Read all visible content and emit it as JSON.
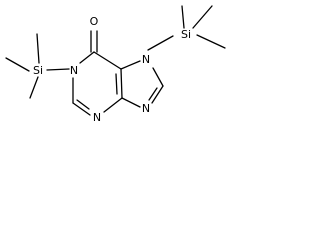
{
  "molecule": {
    "atoms": {
      "oxygen": "O",
      "n1": "N",
      "n3": "N",
      "n7": "N",
      "n9": "N",
      "si_left": "Si",
      "si_right": "Si"
    }
  }
}
